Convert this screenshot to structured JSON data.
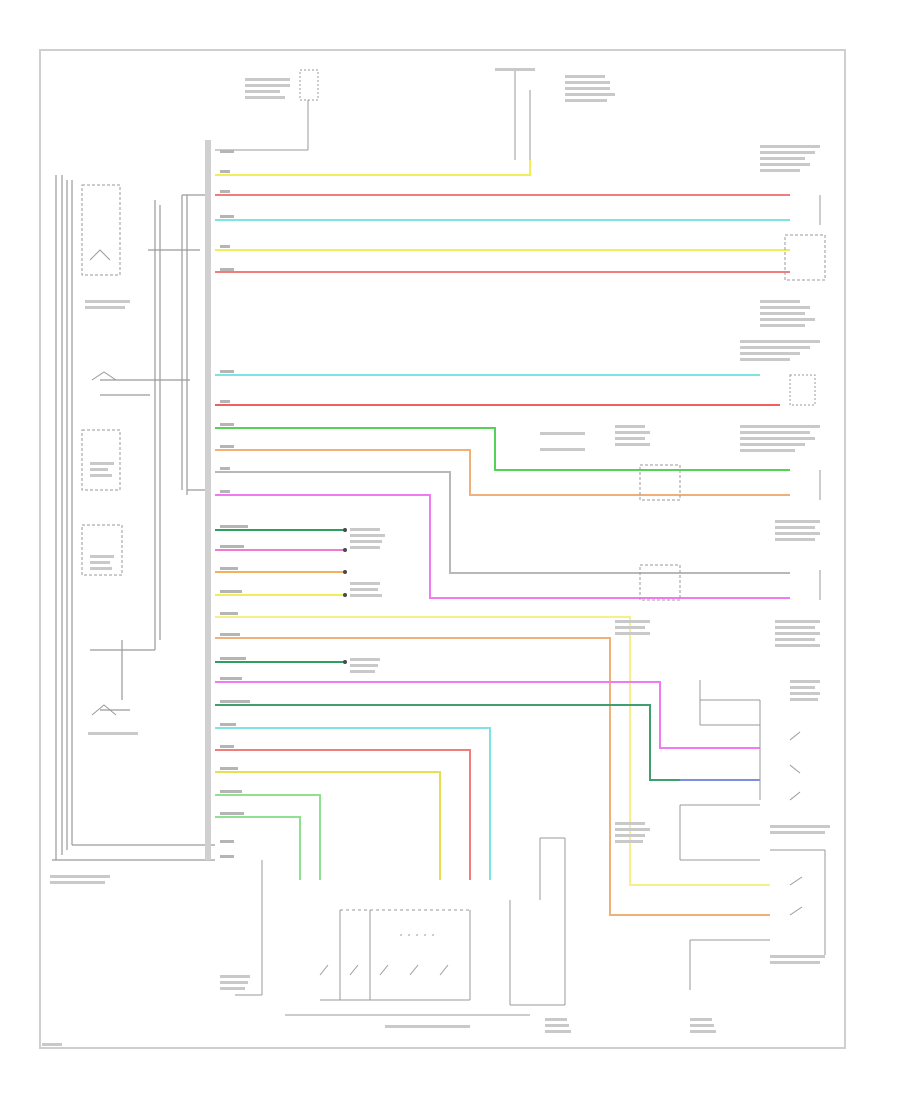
{
  "wires": [
    {
      "id": "yel-1",
      "color": "#f2ee5a"
    },
    {
      "id": "red-1",
      "color": "#f07c7c"
    },
    {
      "id": "cyan-1",
      "color": "#7fe3e3"
    },
    {
      "id": "yel-2",
      "color": "#f2ee5a"
    },
    {
      "id": "red-2",
      "color": "#f07c7c"
    },
    {
      "id": "cyan-2",
      "color": "#7fe3e3"
    },
    {
      "id": "red-3",
      "color": "#ef6060"
    },
    {
      "id": "green-1",
      "color": "#55d155"
    },
    {
      "id": "orange-1",
      "color": "#f0b07a"
    },
    {
      "id": "gray-1",
      "color": "#b8b8b8"
    },
    {
      "id": "magenta-1",
      "color": "#f07af0"
    },
    {
      "id": "green-2",
      "color": "#2f9f5f"
    },
    {
      "id": "pink-1",
      "color": "#f07ad0"
    },
    {
      "id": "orange-2",
      "color": "#f0b25a"
    },
    {
      "id": "yel-3",
      "color": "#f2ee5a"
    },
    {
      "id": "yel-4",
      "color": "#f5f08a"
    },
    {
      "id": "orange-3",
      "color": "#f0b07a"
    },
    {
      "id": "green-3",
      "color": "#2f9f5f"
    },
    {
      "id": "pink-2",
      "color": "#f07af0"
    },
    {
      "id": "green-4",
      "color": "#3f9f6f"
    },
    {
      "id": "cyan-3",
      "color": "#7fe3e3"
    },
    {
      "id": "red-4",
      "color": "#f07c7c"
    },
    {
      "id": "yel-5",
      "color": "#e8e050"
    },
    {
      "id": "lgreen-1",
      "color": "#8fe08f"
    },
    {
      "id": "lgreen-2",
      "color": "#8fe08f"
    },
    {
      "id": "blue-1",
      "color": "#7f8fe0"
    }
  ]
}
